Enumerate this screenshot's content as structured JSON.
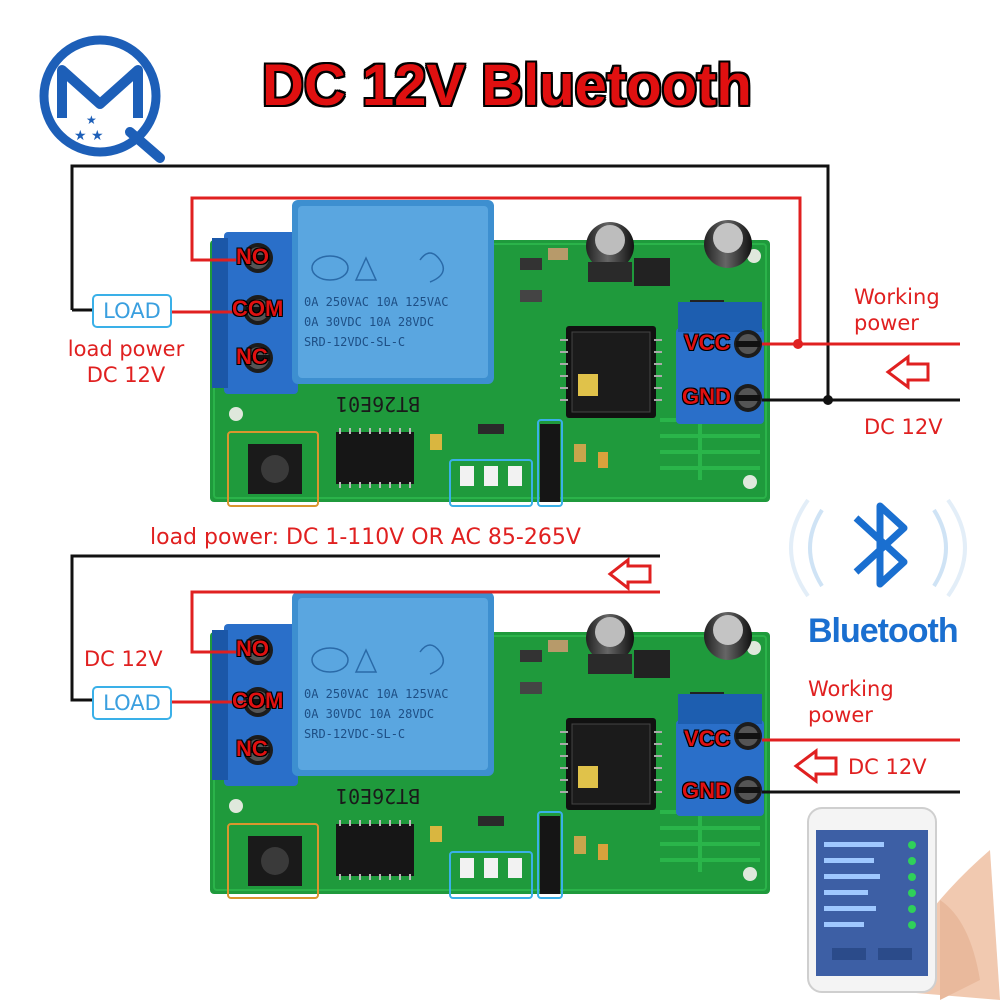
{
  "title": "DC 12V Bluetooth",
  "top_diagram": {
    "terminals": [
      "NO",
      "COM",
      "NC"
    ],
    "power_terminals": [
      "VCC",
      "GND"
    ],
    "load_label": "LOAD",
    "load_power_label": "load power",
    "load_power_voltage": "DC 12V",
    "working_label": "Working",
    "power_label": "power",
    "input_voltage": "DC 12V",
    "board_silk": "BT26E01"
  },
  "middle_caption": "load power: DC 1-110V OR AC 85-265V",
  "bottom_diagram": {
    "terminals": [
      "NO",
      "COM",
      "NC"
    ],
    "power_terminals": [
      "VCC",
      "GND"
    ],
    "load_label": "LOAD",
    "left_voltage": "DC 12V",
    "working_label": "Working",
    "power_label": "power",
    "input_voltage": "DC 12V",
    "board_silk": "BT26E01"
  },
  "bluetooth_label": "Bluetooth",
  "colors": {
    "title_red": "#e01010",
    "wire_red": "#e02020",
    "wire_black": "#111111",
    "load_blue": "#3ab0e8",
    "pcb_green": "#1f9a3c",
    "relay_blue": "#3d8fd0",
    "bluetooth_blue": "#1a6fd0"
  },
  "icons": [
    "brand-logo-icon",
    "bluetooth-icon",
    "smartphone-icon",
    "arrow-left-icon"
  ]
}
